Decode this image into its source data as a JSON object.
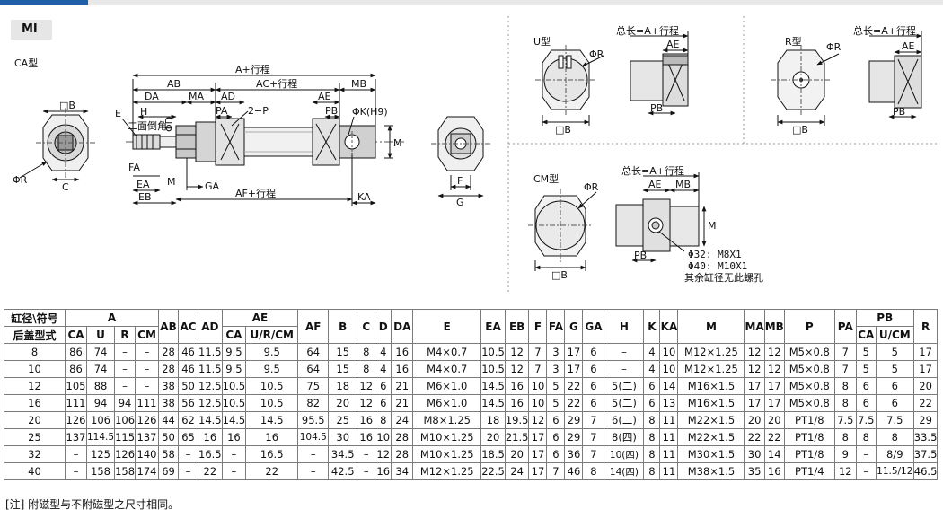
{
  "header": {
    "tag": "MI"
  },
  "drawings": {
    "ca": {
      "title": "CA型",
      "side_b": "□B",
      "side_r": "ΦR",
      "side_c": "C",
      "top_dim": "A+行程",
      "ab": "AB",
      "ac": "AC+行程",
      "mb": "MB",
      "da": "DA",
      "ma": "MA",
      "ad": "AD",
      "ae": "AE",
      "h": "H",
      "d": "ΦD",
      "pa": "PA",
      "p": "2−P",
      "pb": "PB",
      "k": "ΦK(H9)",
      "e": "E",
      "flat": "二面倒角",
      "fa": "FA",
      "ea": "EA",
      "m1": "M",
      "ga": "GA",
      "eb": "EB",
      "af": "AF+行程",
      "ka": "KA",
      "m2": "M",
      "end_f": "F",
      "end_g": "G"
    },
    "u": {
      "title": "U型",
      "r": "ΦR",
      "b": "□B",
      "total": "总长=A+行程",
      "ae": "AE",
      "pb": "PB"
    },
    "r": {
      "title": "R型",
      "r": "ΦR",
      "b": "□B",
      "total": "总长=A+行程",
      "ae": "AE",
      "pb": "PB"
    },
    "cm": {
      "title": "CM型",
      "r": "ΦR",
      "b": "□B",
      "total": "总长=A+行程",
      "ae": "AE",
      "mb": "MB",
      "m": "M",
      "pb": "PB",
      "note1": "Φ32: M8X1",
      "note2": "Φ40: M10X1",
      "note3": "其余缸径无此螺孔"
    }
  },
  "table": {
    "h1": [
      "缸径\\符号",
      "A",
      "AB",
      "AC",
      "AD",
      "AE",
      "AF",
      "B",
      "C",
      "D",
      "DA",
      "E",
      "EA",
      "EB",
      "F",
      "FA",
      "G",
      "GA",
      "H",
      "K",
      "KA",
      "M",
      "MA",
      "MB",
      "P",
      "PA",
      "PB",
      "R"
    ],
    "h2": [
      "后盖型式",
      "CA",
      "U",
      "R",
      "CM",
      "CA",
      "U/R/CM",
      "CA",
      "U/CM"
    ],
    "rows": [
      [
        "8",
        "86",
        "74",
        "–",
        "–",
        "28",
        "46",
        "11.5",
        "9.5",
        "9.5",
        "64",
        "15",
        "8",
        "4",
        "16",
        "M4×0.7",
        "10.5",
        "12",
        "7",
        "3",
        "17",
        "6",
        "–",
        "4",
        "10",
        "M12×1.25",
        "12",
        "12",
        "M5×0.8",
        "7",
        "5",
        "5",
        "17"
      ],
      [
        "10",
        "86",
        "74",
        "–",
        "–",
        "28",
        "46",
        "11.5",
        "9.5",
        "9.5",
        "64",
        "15",
        "8",
        "4",
        "16",
        "M4×0.7",
        "10.5",
        "12",
        "7",
        "3",
        "17",
        "6",
        "–",
        "4",
        "10",
        "M12×1.25",
        "12",
        "12",
        "M5×0.8",
        "7",
        "5",
        "5",
        "17"
      ],
      [
        "12",
        "105",
        "88",
        "–",
        "–",
        "38",
        "50",
        "12.5",
        "10.5",
        "10.5",
        "75",
        "18",
        "12",
        "6",
        "21",
        "M6×1.0",
        "14.5",
        "16",
        "10",
        "5",
        "22",
        "6",
        "5(二)",
        "6",
        "14",
        "M16×1.5",
        "17",
        "17",
        "M5×0.8",
        "8",
        "6",
        "6",
        "20"
      ],
      [
        "16",
        "111",
        "94",
        "94",
        "111",
        "38",
        "56",
        "12.5",
        "10.5",
        "10.5",
        "82",
        "20",
        "12",
        "6",
        "21",
        "M6×1.0",
        "14.5",
        "16",
        "10",
        "5",
        "22",
        "6",
        "5(二)",
        "6",
        "13",
        "M16×1.5",
        "17",
        "17",
        "M5×0.8",
        "8",
        "6",
        "6",
        "22"
      ],
      [
        "20",
        "126",
        "106",
        "106",
        "126",
        "44",
        "62",
        "14.5",
        "14.5",
        "14.5",
        "95.5",
        "25",
        "16",
        "8",
        "24",
        "M8×1.25",
        "18",
        "19.5",
        "12",
        "6",
        "29",
        "7",
        "6(二)",
        "8",
        "11",
        "M22×1.5",
        "20",
        "20",
        "PT1/8",
        "7.5",
        "7.5",
        "7.5",
        "29"
      ],
      [
        "25",
        "137",
        "114.5",
        "115",
        "137",
        "50",
        "65",
        "16",
        "16",
        "16",
        "104.5",
        "30",
        "16",
        "10",
        "28",
        "M10×1.25",
        "20",
        "21.5",
        "17",
        "6",
        "29",
        "7",
        "8(四)",
        "8",
        "11",
        "M22×1.5",
        "22",
        "22",
        "PT1/8",
        "8",
        "8",
        "8",
        "33.5"
      ],
      [
        "32",
        "–",
        "125",
        "126",
        "140",
        "58",
        "–",
        "16.5",
        "–",
        "16.5",
        "–",
        "34.5",
        "–",
        "12",
        "28",
        "M10×1.25",
        "18.5",
        "20",
        "17",
        "6",
        "36",
        "7",
        "10(四)",
        "8",
        "11",
        "M30×1.5",
        "30",
        "14",
        "PT1/8",
        "9",
        "–",
        "8/9",
        "37.5"
      ],
      [
        "40",
        "–",
        "158",
        "158",
        "174",
        "69",
        "–",
        "22",
        "–",
        "22",
        "–",
        "42.5",
        "–",
        "16",
        "34",
        "M12×1.25",
        "22.5",
        "24",
        "17",
        "7",
        "46",
        "8",
        "14(四)",
        "8",
        "11",
        "M38×1.5",
        "35",
        "16",
        "PT1/4",
        "12",
        "–",
        "11.5/12",
        "46.5"
      ]
    ]
  },
  "note": "[注] 附磁型与不附磁型之尺寸相同。"
}
